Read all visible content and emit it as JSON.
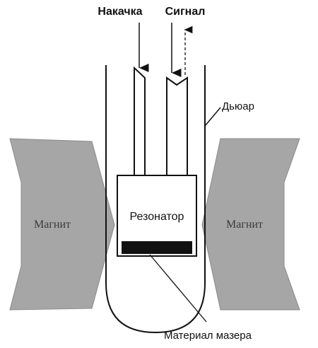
{
  "labels": {
    "pump": "Накачка",
    "signal": "Сигнал",
    "dewar": "Дьюар",
    "magnet_left": "Магнит",
    "magnet_right": "Магнит",
    "resonator": "Резонатор",
    "maser_material": "Материал мазера"
  },
  "colors": {
    "line": "#111111",
    "magnet_fill": "#a6a6a6",
    "magnet_text": "#3a3a3a",
    "background": "#ffffff"
  }
}
